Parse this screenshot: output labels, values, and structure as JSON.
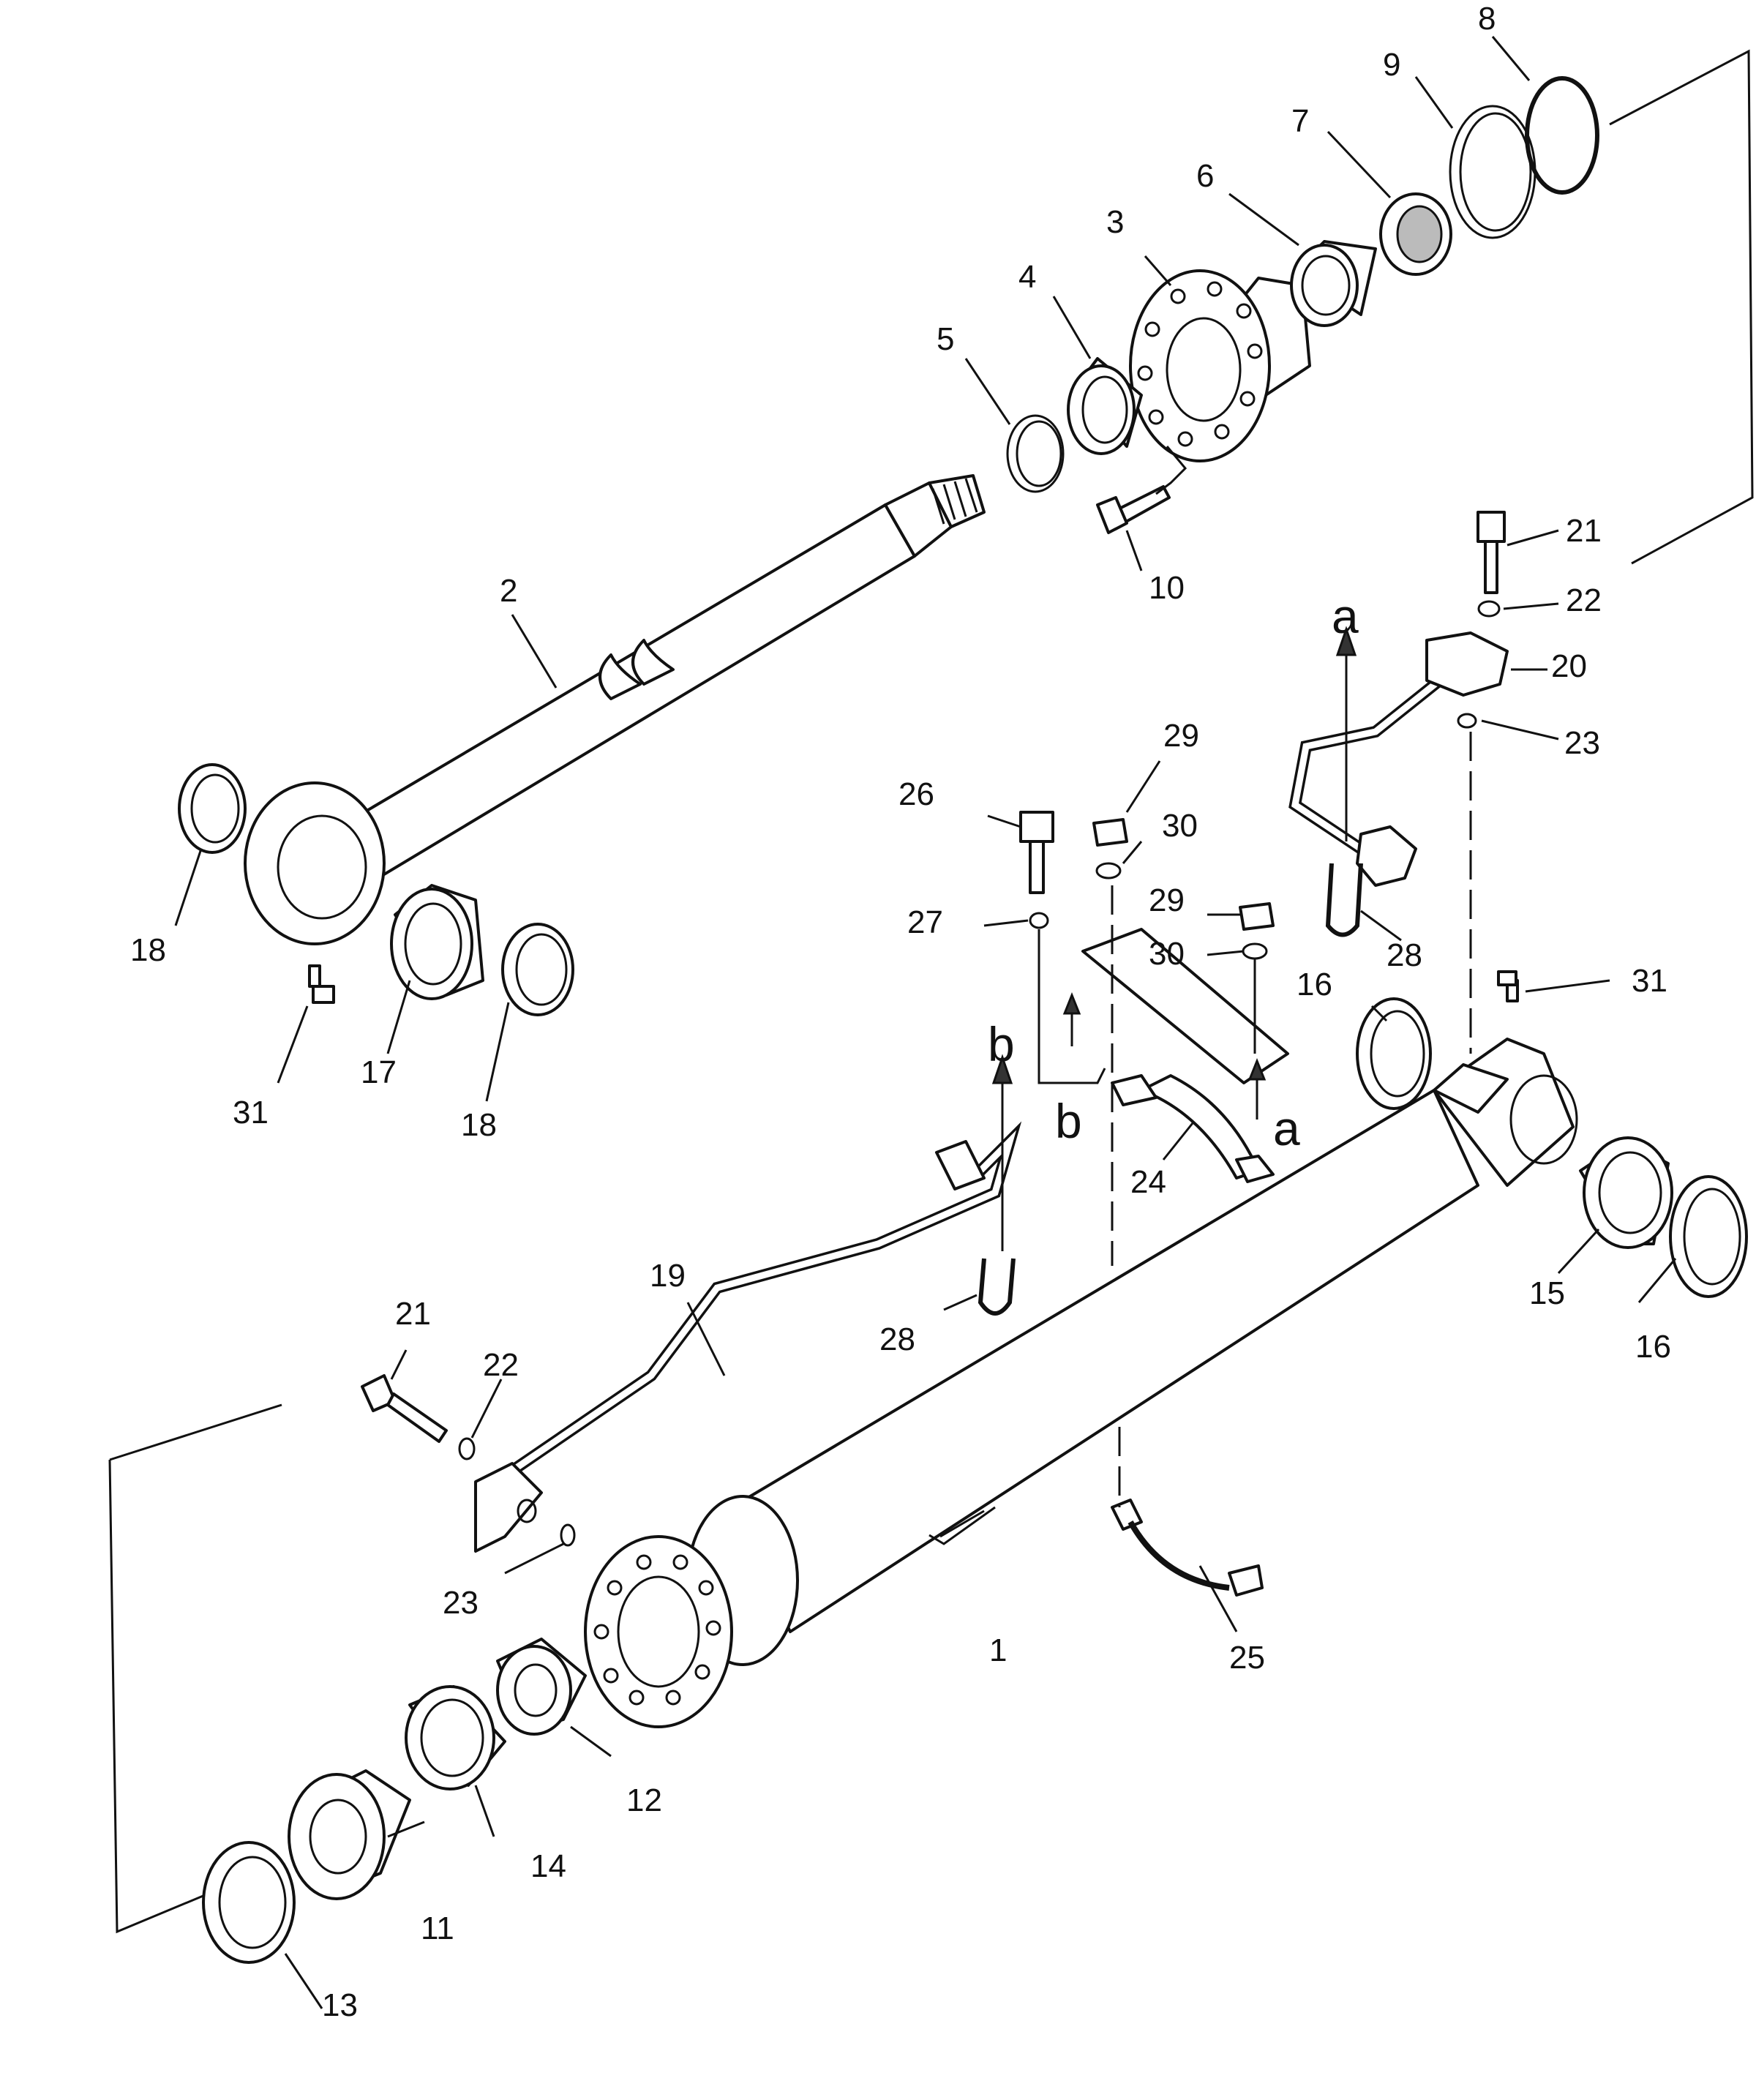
{
  "callouts": [
    {
      "n": "1",
      "text": "1"
    },
    {
      "n": "2",
      "text": "2"
    },
    {
      "n": "3",
      "text": "3"
    },
    {
      "n": "4",
      "text": "4"
    },
    {
      "n": "5",
      "text": "5"
    },
    {
      "n": "6",
      "text": "6"
    },
    {
      "n": "7",
      "text": "7"
    },
    {
      "n": "8",
      "text": "8"
    },
    {
      "n": "9",
      "text": "9"
    },
    {
      "n": "10",
      "text": "10"
    },
    {
      "n": "11",
      "text": "11"
    },
    {
      "n": "12",
      "text": "12"
    },
    {
      "n": "13",
      "text": "13"
    },
    {
      "n": "14",
      "text": "14"
    },
    {
      "n": "15",
      "text": "15"
    },
    {
      "n": "16a",
      "text": "16"
    },
    {
      "n": "16b",
      "text": "16"
    },
    {
      "n": "17",
      "text": "17"
    },
    {
      "n": "18a",
      "text": "18"
    },
    {
      "n": "18b",
      "text": "18"
    },
    {
      "n": "19",
      "text": "19"
    },
    {
      "n": "20",
      "text": "20"
    },
    {
      "n": "21a",
      "text": "21"
    },
    {
      "n": "21b",
      "text": "21"
    },
    {
      "n": "22a",
      "text": "22"
    },
    {
      "n": "22b",
      "text": "22"
    },
    {
      "n": "23a",
      "text": "23"
    },
    {
      "n": "23b",
      "text": "23"
    },
    {
      "n": "24",
      "text": "24"
    },
    {
      "n": "25",
      "text": "25"
    },
    {
      "n": "26",
      "text": "26"
    },
    {
      "n": "27",
      "text": "27"
    },
    {
      "n": "28a",
      "text": "28"
    },
    {
      "n": "28b",
      "text": "28"
    },
    {
      "n": "29a",
      "text": "29"
    },
    {
      "n": "29b",
      "text": "29"
    },
    {
      "n": "30a",
      "text": "30"
    },
    {
      "n": "30b",
      "text": "30"
    },
    {
      "n": "31a",
      "text": "31"
    },
    {
      "n": "31b",
      "text": "31"
    }
  ],
  "markers": {
    "a_top": "a",
    "a_bracket": "a",
    "b_top": "b",
    "b_bracket": "b"
  }
}
